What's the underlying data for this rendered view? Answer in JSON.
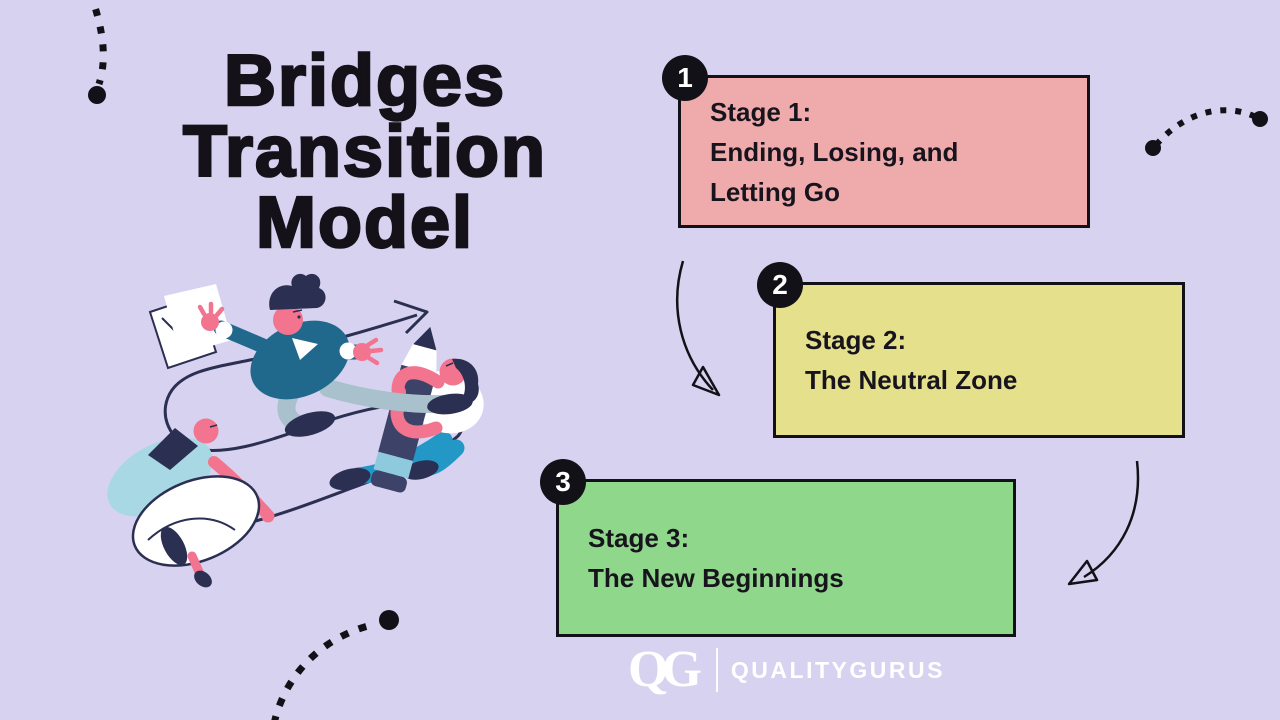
{
  "colors": {
    "background": "#d7d2f0",
    "stage1_fill": "#efabab",
    "stage2_fill": "#e4e08c",
    "stage3_fill": "#8fd78a",
    "ink": "#131118",
    "footer_text": "#ffffff",
    "illustration": {
      "teal_sweater": "#20688c",
      "skin_pink": "#f2748f",
      "navy": "#2b2f52",
      "light_blue": "#a8d8e4",
      "gray_blue_pants": "#a9c0cd",
      "bright_blue_pants": "#2398c6",
      "pencil_navy": "#3d4368",
      "white": "#ffffff"
    }
  },
  "title": {
    "line1": "Bridges",
    "line2": "Transition",
    "line3": "Model"
  },
  "stages": [
    {
      "number": "1",
      "heading": "Stage 1:",
      "lines": [
        "Ending, Losing, and",
        "Letting Go"
      ]
    },
    {
      "number": "2",
      "heading": "Stage 2:",
      "lines": [
        "The Neutral Zone"
      ]
    },
    {
      "number": "3",
      "heading": "Stage 3:",
      "lines": [
        "The New Beginnings"
      ]
    }
  ],
  "footer": {
    "monogram": "QG",
    "brand": "QUALITYGURUS"
  }
}
